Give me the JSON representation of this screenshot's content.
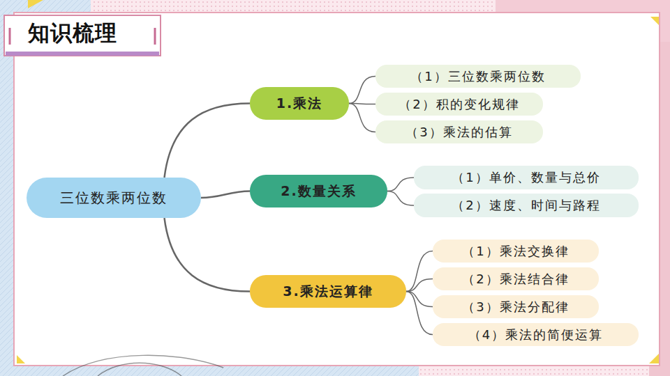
{
  "diagram": {
    "title": "知识梳理",
    "nodes": [
      {
        "text": [
          "三位数乘两位数"
        ]
      },
      {
        "text": [
          "1.乘法"
        ]
      },
      {
        "text": [
          "（1）三位数乘两位数"
        ]
      },
      {
        "text": [
          "（2）积的变化规律"
        ]
      },
      {
        "text": [
          "（3）乘法的估算"
        ]
      },
      {
        "text": [
          "2.数量关系"
        ]
      },
      {
        "text": [
          "（1）单价、数量与总价"
        ]
      },
      {
        "text": [
          "（2）速度、时间与路程"
        ]
      },
      {
        "text": [
          "3.乘法运算律"
        ]
      },
      {
        "text": [
          "（1）乘法交换律"
        ]
      },
      {
        "text": [
          "（2）乘法结合律"
        ]
      },
      {
        "text": [
          "（3）乘法分配律"
        ]
      },
      {
        "text": [
          "（4）乘法的简便运算"
        ]
      }
    ],
    "edges": [
      {
        "from": 0,
        "to": 1,
        "arrow": "none"
      },
      {
        "from": 0,
        "to": 5,
        "arrow": "none"
      },
      {
        "from": 0,
        "to": 8,
        "arrow": "none"
      },
      {
        "from": 1,
        "to": 2,
        "arrow": "none"
      },
      {
        "from": 1,
        "to": 3,
        "arrow": "none"
      },
      {
        "from": 1,
        "to": 4,
        "arrow": "none"
      },
      {
        "from": 5,
        "to": 6,
        "arrow": "none"
      },
      {
        "from": 5,
        "to": 7,
        "arrow": "none"
      },
      {
        "from": 8,
        "to": 9,
        "arrow": "none"
      },
      {
        "from": 8,
        "to": 10,
        "arrow": "none"
      },
      {
        "from": 8,
        "to": 11,
        "arrow": "none"
      },
      {
        "from": 8,
        "to": 12,
        "arrow": "none"
      }
    ]
  }
}
